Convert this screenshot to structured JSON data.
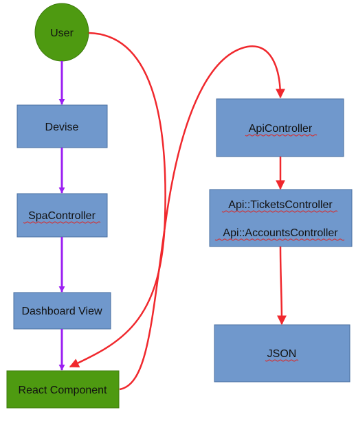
{
  "nodes": {
    "user": {
      "label": "User"
    },
    "devise": {
      "label": "Devise"
    },
    "spa_controller": {
      "label": "SpaController"
    },
    "dashboard_view": {
      "label": "Dashboard View"
    },
    "react_component": {
      "label": "React Component"
    },
    "api_controller": {
      "label": "ApiController"
    },
    "api_controllers": {
      "line1": "Api::TicketsController",
      "line2": "Api::AccountsController"
    },
    "json": {
      "label": "JSON"
    }
  },
  "colors": {
    "box_fill": "#7098cc",
    "box_stroke": "#4a6fa0",
    "green_fill": "#4e9a11",
    "green_stroke": "#3d7a0d",
    "purple_arrow": "#9b1ff2",
    "red_arrow": "#f0282d"
  }
}
